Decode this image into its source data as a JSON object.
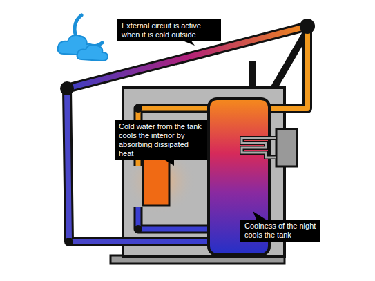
{
  "diagram": {
    "nodes": [
      {
        "text": [
          "External circuit is active when it is cold outside"
        ]
      },
      {
        "text": [
          "Cold water from the tank cools the interior by absorbing dissipated heat"
        ]
      },
      {
        "text": [
          "Coolness of the night cools the tank"
        ]
      }
    ]
  }
}
